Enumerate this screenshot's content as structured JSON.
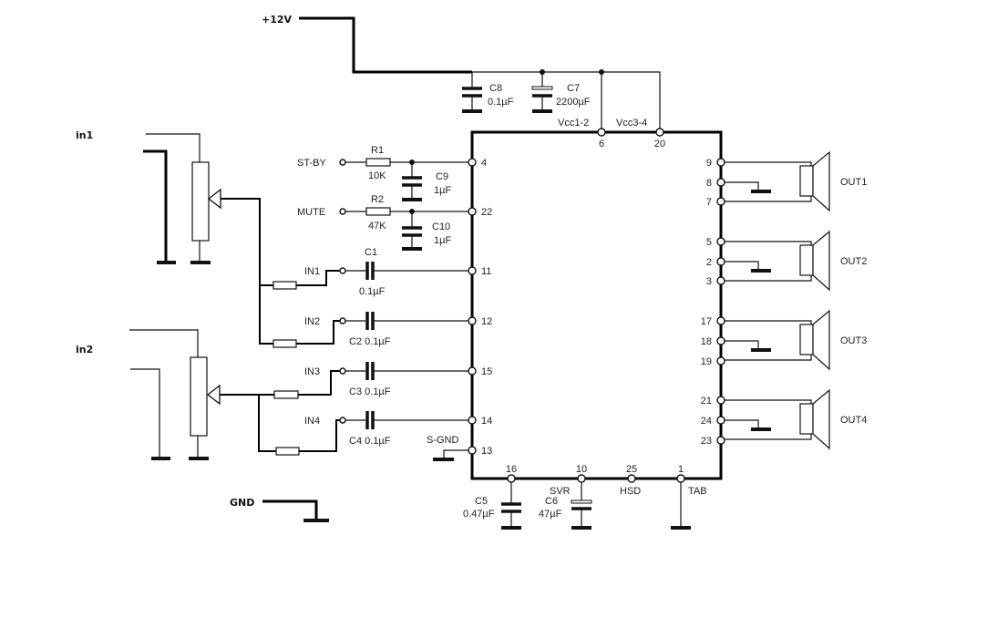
{
  "supply": {
    "label": "+12V",
    "gnd_label": "GND"
  },
  "inputs": {
    "in1": "in1",
    "in2": "in2"
  },
  "components": {
    "c8": {
      "name": "C8",
      "value": "0.1µF"
    },
    "c7": {
      "name": "C7",
      "value": "2200µF"
    },
    "r1": {
      "name": "R1",
      "value": "10K"
    },
    "r2": {
      "name": "R2",
      "value": "47K"
    },
    "c9": {
      "name": "C9",
      "value": "1µF"
    },
    "c10": {
      "name": "C10",
      "value": "1µF"
    },
    "c1": {
      "name": "C1",
      "value": "0.1µF"
    },
    "c2": {
      "label": "C2 0.1µF"
    },
    "c3": {
      "label": "C3 0.1µF"
    },
    "c4": {
      "label": "C4 0.1µF"
    },
    "c5": {
      "name": "C5",
      "value": "0.47µF"
    },
    "c6": {
      "name": "C6",
      "value": "47µF"
    }
  },
  "signals": {
    "stby": "ST-BY",
    "mute": "MUTE",
    "in1": "IN1",
    "in2": "IN2",
    "in3": "IN3",
    "in4": "IN4",
    "sgnd": "S-GND",
    "vcc12": "Vcc1-2",
    "vcc34": "Vcc3-4",
    "svr": "SVR",
    "hsd": "HSD",
    "tab": "TAB"
  },
  "pins": {
    "left": [
      "4",
      "22",
      "11",
      "12",
      "15",
      "14",
      "13"
    ],
    "right": [
      "9",
      "8",
      "7",
      "5",
      "2",
      "3",
      "17",
      "18",
      "19",
      "21",
      "24",
      "23"
    ],
    "top": [
      "6",
      "20"
    ],
    "bottom": [
      "16",
      "10",
      "25",
      "1"
    ]
  },
  "outputs": [
    "OUT1",
    "OUT2",
    "OUT3",
    "OUT4"
  ]
}
